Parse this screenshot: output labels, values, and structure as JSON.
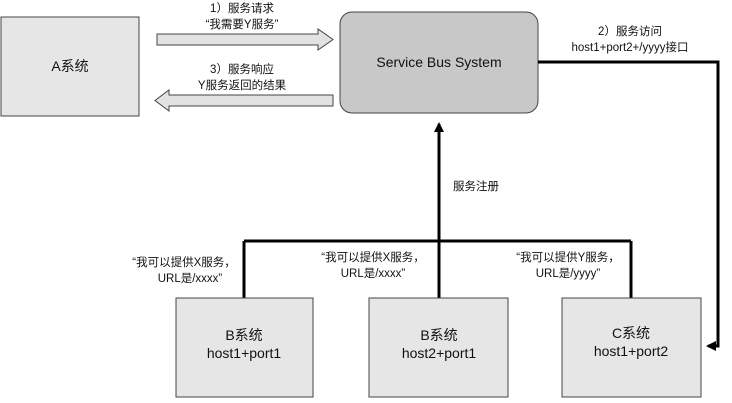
{
  "nodes": {
    "system_a": {
      "label": "A系统"
    },
    "service_bus": {
      "label": "Service Bus System"
    },
    "system_b1": {
      "line1": "B系统",
      "line2": "host1+port1"
    },
    "system_b2": {
      "line1": "B系统",
      "line2": "host2+port1"
    },
    "system_c": {
      "line1": "C系统",
      "line2": "host1+port2"
    }
  },
  "edges": {
    "request": {
      "line1": "1）服务请求",
      "line2": "“我需要Y服务”"
    },
    "response": {
      "line1": "3）服务响应",
      "line2": "Y服务返回的结果"
    },
    "access": {
      "line1": "2）服务访问",
      "line2": "host1+port2+/yyyy接口"
    },
    "register": {
      "label": "服务注册"
    }
  },
  "annotations": {
    "b1_offer": {
      "line1": "“我可以提供X服务，",
      "line2": "URL是/xxxx”"
    },
    "b2_offer": {
      "line1": "“我可以提供X服务，",
      "line2": "URL是/xxxx”"
    },
    "c_offer": {
      "line1": "“我可以提供Y服务，",
      "line2": "URL是/yyyy”"
    }
  },
  "colors": {
    "box_fill": "#e6e6e6",
    "bus_fill": "#c8c8c8",
    "border": "#444444",
    "thick_line": "#000000",
    "hollow_arrow_fill": "#e2e2e2"
  }
}
